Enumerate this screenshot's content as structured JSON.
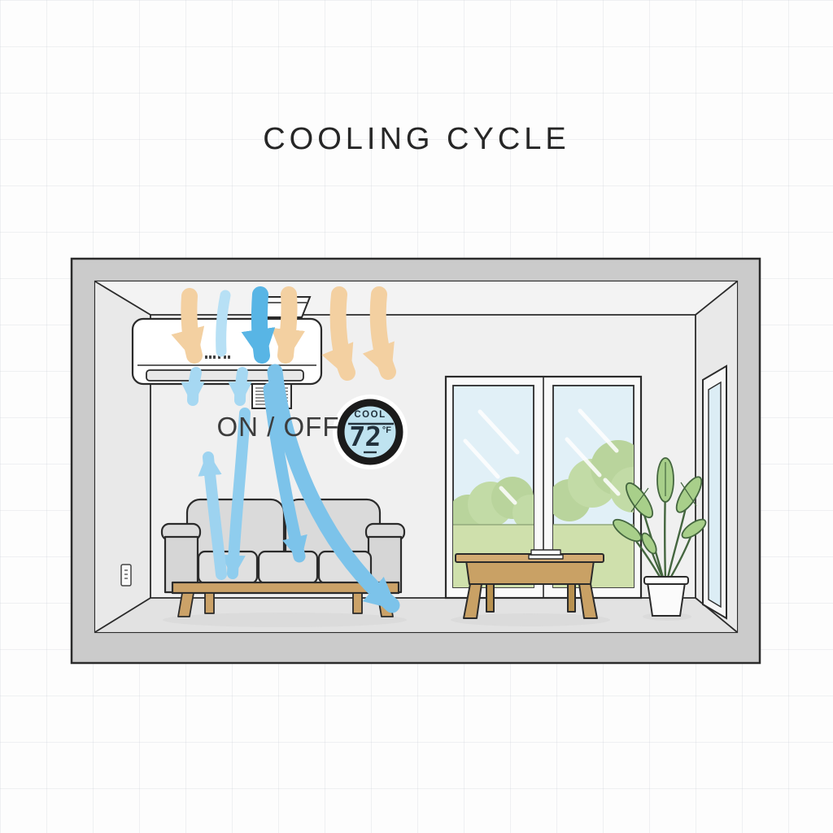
{
  "title": "COOLING CYCLE",
  "ac": {
    "power_label": "ON / OFF"
  },
  "thermostat": {
    "mode": "COOL",
    "temperature": "72",
    "unit": "°F"
  },
  "colors": {
    "cool_air": "#7cc3ea",
    "cool_air_light": "#a6d8f2",
    "cool_air_dark": "#58b5e5",
    "warm_air": "#f3d0a1",
    "thermostat_face": "#bfe3f0",
    "thermostat_ring": "#1b1b1b",
    "wood": "#c9a368",
    "sofa_gray": "#d9d9d9",
    "window_glass": "#e1f0f7",
    "foliage_green": "#a8cf8a",
    "bush_green": "#b9d49c",
    "grass_green": "#cfe0ac",
    "frame_gray": "#cbcbcb"
  }
}
